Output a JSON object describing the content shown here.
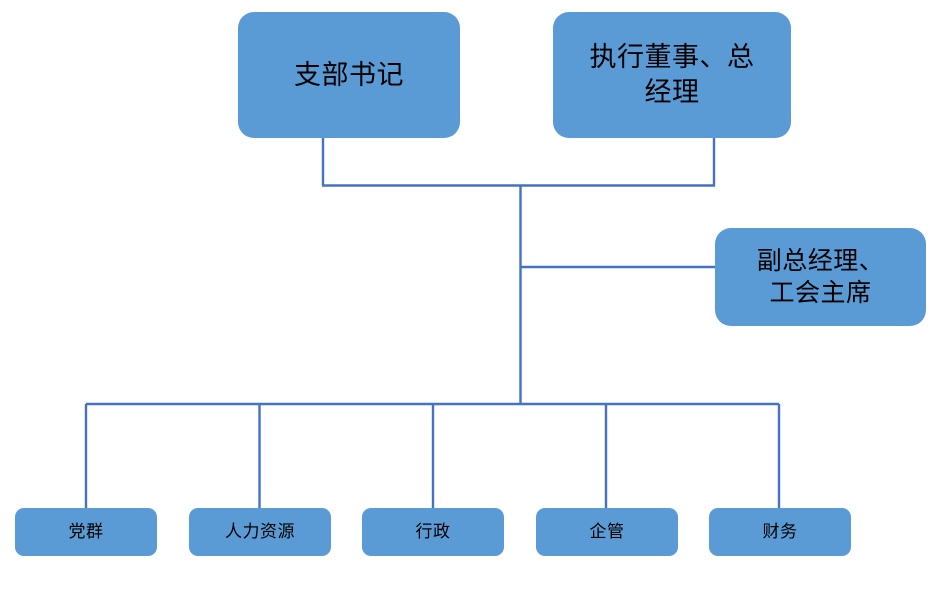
{
  "chart": {
    "type": "org-chart",
    "title": "",
    "background_color": "#FFFFFF",
    "node_fill_color": "#5B9BD5",
    "node_text_color": "#000000",
    "connector_color": "#4472C4",
    "nodes": [
      {
        "id": "secretary",
        "label": "支部书记",
        "level": 1
      },
      {
        "id": "director",
        "label": "执行董事、总\n经理",
        "level": 1
      },
      {
        "id": "deputy",
        "label": "副总经理、\n工会主席",
        "level": 2
      },
      {
        "id": "party",
        "label": "党群",
        "level": 3
      },
      {
        "id": "hr",
        "label": "人力资源",
        "level": 3
      },
      {
        "id": "admin",
        "label": "行政",
        "level": 3
      },
      {
        "id": "enterprise",
        "label": "企管",
        "level": 3
      },
      {
        "id": "finance",
        "label": "财务",
        "level": 3
      }
    ],
    "edges": [
      {
        "from": "secretary",
        "to": "trunk"
      },
      {
        "from": "director",
        "to": "trunk"
      },
      {
        "from": "trunk",
        "to": "deputy"
      },
      {
        "from": "trunk",
        "to": "party"
      },
      {
        "from": "trunk",
        "to": "hr"
      },
      {
        "from": "trunk",
        "to": "admin"
      },
      {
        "from": "trunk",
        "to": "enterprise"
      },
      {
        "from": "trunk",
        "to": "finance"
      }
    ]
  }
}
